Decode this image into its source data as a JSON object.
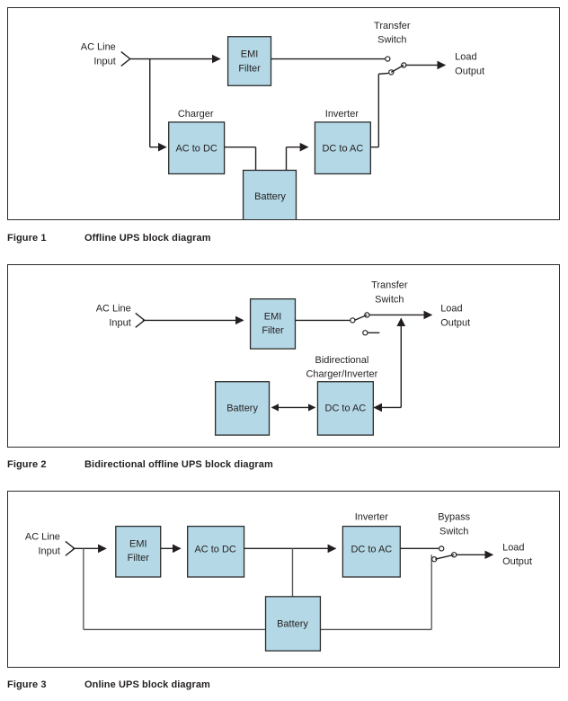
{
  "document": {
    "title": "UPS block diagrams",
    "accent_fill": "#b4d8e6",
    "stroke_color": "#231f20",
    "background": "#ffffff"
  },
  "figures": [
    {
      "id": "figure-1",
      "number": "Figure 1",
      "caption": "Offline UPS block diagram",
      "blocks": [
        {
          "name": "emi-filter",
          "label_line1": "EMI",
          "label_line2": "Filter",
          "title": ""
        },
        {
          "name": "charger",
          "label_line1": "AC to DC",
          "label_line2": "",
          "title": "Charger"
        },
        {
          "name": "battery",
          "label_line1": "Battery",
          "label_line2": "",
          "title": ""
        },
        {
          "name": "inverter",
          "label_line1": "DC to AC",
          "label_line2": "",
          "title": "Inverter"
        }
      ],
      "labels": {
        "input_line1": "AC Line",
        "input_line2": "Input",
        "switch_line1": "Transfer",
        "switch_line2": "Switch",
        "output_line1": "Load",
        "output_line2": "Output"
      }
    },
    {
      "id": "figure-2",
      "number": "Figure 2",
      "caption": "Bidirectional offline UPS block diagram",
      "blocks": [
        {
          "name": "emi-filter",
          "label_line1": "EMI",
          "label_line2": "Filter",
          "title": ""
        },
        {
          "name": "battery",
          "label_line1": "Battery",
          "label_line2": "",
          "title": ""
        },
        {
          "name": "bidirectional-charger-inverter",
          "label_line1": "DC to AC",
          "label_line2": "",
          "title_line1": "Bidirectional",
          "title_line2": "Charger/Inverter"
        }
      ],
      "labels": {
        "input_line1": "AC Line",
        "input_line2": "Input",
        "switch_line1": "Transfer",
        "switch_line2": "Switch",
        "output_line1": "Load",
        "output_line2": "Output"
      }
    },
    {
      "id": "figure-3",
      "number": "Figure 3",
      "caption": "Online UPS block diagram",
      "blocks": [
        {
          "name": "emi-filter",
          "label_line1": "EMI",
          "label_line2": "Filter",
          "title": ""
        },
        {
          "name": "rectifier",
          "label_line1": "AC to DC",
          "label_line2": "",
          "title": ""
        },
        {
          "name": "battery",
          "label_line1": "Battery",
          "label_line2": "",
          "title": ""
        },
        {
          "name": "inverter",
          "label_line1": "DC to AC",
          "label_line2": "",
          "title": "Inverter"
        }
      ],
      "labels": {
        "input_line1": "AC Line",
        "input_line2": "Input",
        "switch_line1": "Bypass",
        "switch_line2": "Switch",
        "output_line1": "Load",
        "output_line2": "Output"
      }
    }
  ]
}
